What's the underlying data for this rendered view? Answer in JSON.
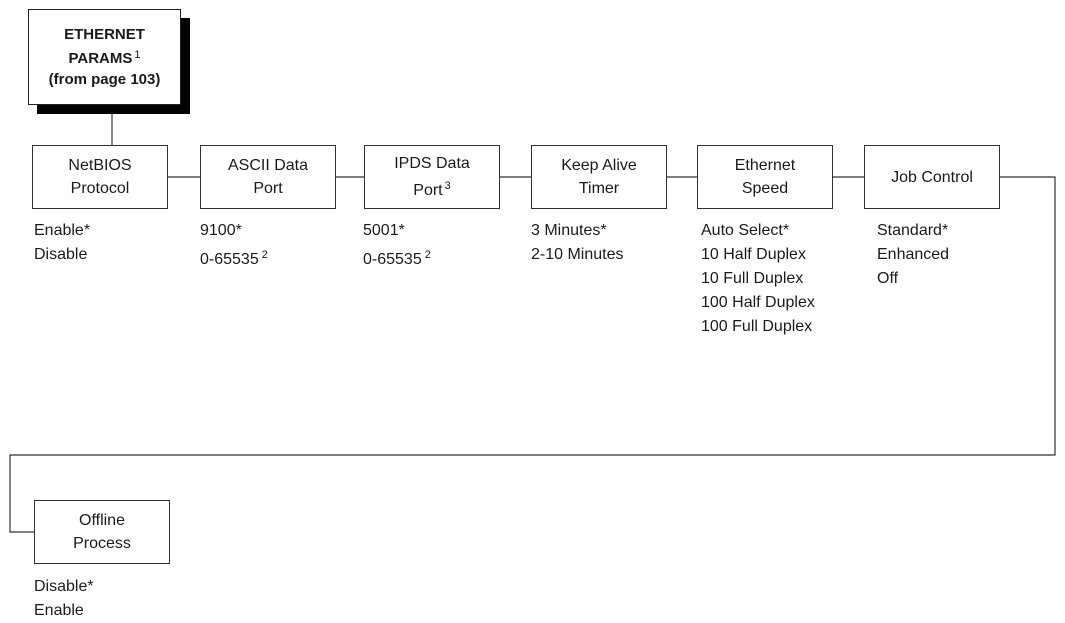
{
  "root": {
    "lines": [
      "ETHERNET",
      "PARAMS",
      "(from page 103)"
    ],
    "footnote": "1"
  },
  "menus": [
    {
      "title": [
        "NetBIOS",
        "Protocol"
      ],
      "title_footnote": "",
      "options": [
        {
          "text": "Enable*",
          "footnote": ""
        },
        {
          "text": "Disable",
          "footnote": ""
        }
      ]
    },
    {
      "title": [
        "ASCII Data",
        "Port"
      ],
      "title_footnote": "",
      "options": [
        {
          "text": "9100*",
          "footnote": ""
        },
        {
          "text": "0-65535",
          "footnote": "2"
        }
      ]
    },
    {
      "title": [
        "IPDS Data",
        "Port"
      ],
      "title_footnote": "3",
      "options": [
        {
          "text": "5001*",
          "footnote": ""
        },
        {
          "text": "0-65535",
          "footnote": "2"
        }
      ]
    },
    {
      "title": [
        "Keep Alive",
        "Timer"
      ],
      "title_footnote": "",
      "options": [
        {
          "text": "3 Minutes*",
          "footnote": ""
        },
        {
          "text": "2-10 Minutes",
          "footnote": ""
        }
      ]
    },
    {
      "title": [
        "Ethernet",
        "Speed"
      ],
      "title_footnote": "",
      "options": [
        {
          "text": "Auto Select*",
          "footnote": ""
        },
        {
          "text": "10 Half Duplex",
          "footnote": ""
        },
        {
          "text": "10 Full Duplex",
          "footnote": ""
        },
        {
          "text": "100 Half Duplex",
          "footnote": ""
        },
        {
          "text": "100 Full Duplex",
          "footnote": ""
        }
      ]
    },
    {
      "title": [
        "Job Control"
      ],
      "title_footnote": "",
      "options": [
        {
          "text": "Standard*",
          "footnote": ""
        },
        {
          "text": "Enhanced",
          "footnote": ""
        },
        {
          "text": "Off",
          "footnote": ""
        }
      ]
    },
    {
      "title": [
        "Offline",
        "Process"
      ],
      "title_footnote": "",
      "options": [
        {
          "text": "Disable*",
          "footnote": ""
        },
        {
          "text": "Enable",
          "footnote": ""
        }
      ]
    }
  ]
}
